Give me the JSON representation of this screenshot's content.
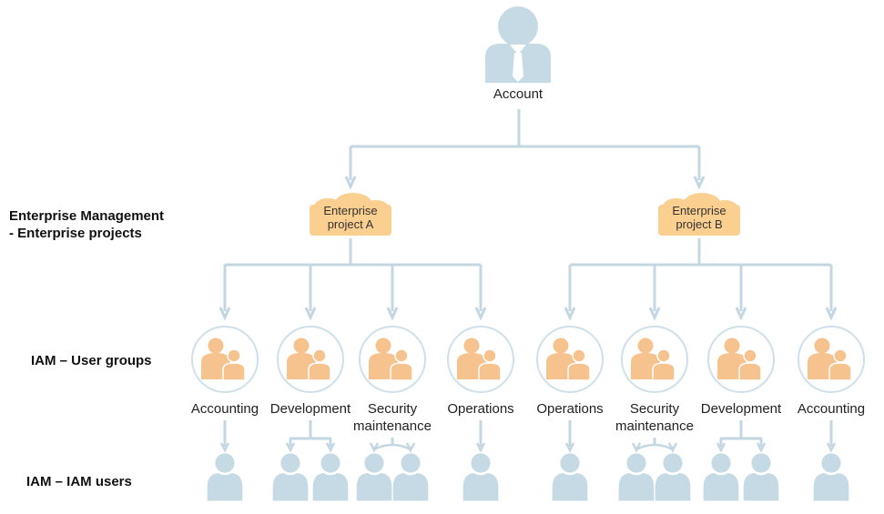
{
  "colors": {
    "connector": "#c3d7e2",
    "person": "#c6dae5",
    "group_person": "#f6c28d",
    "circle_border": "#cfe0ea",
    "project_fill": "#fbcf90"
  },
  "row_labels": {
    "enterprise_line1": "Enterprise Management",
    "enterprise_line2": "- Enterprise projects",
    "user_groups": "IAM – User groups",
    "iam_users": "IAM – IAM users"
  },
  "account": {
    "label": "Account",
    "icon": "account-manager-icon"
  },
  "projects": [
    {
      "line1": "Enterprise",
      "line2": "project A",
      "icon": "cloud-icon",
      "groups": [
        {
          "line1": "Accounting",
          "line2": "",
          "users": 1
        },
        {
          "line1": "Development",
          "line2": "",
          "users": 2
        },
        {
          "line1": "Security",
          "line2": "maintenance",
          "users": 2
        },
        {
          "line1": "Operations",
          "line2": "",
          "users": 1
        }
      ]
    },
    {
      "line1": "Enterprise",
      "line2": "project B",
      "icon": "cloud-icon",
      "groups": [
        {
          "line1": "Operations",
          "line2": "",
          "users": 1
        },
        {
          "line1": "Security",
          "line2": "maintenance",
          "users": 2
        },
        {
          "line1": "Development",
          "line2": "",
          "users": 2
        },
        {
          "line1": "Accounting",
          "line2": "",
          "users": 1
        }
      ]
    }
  ]
}
